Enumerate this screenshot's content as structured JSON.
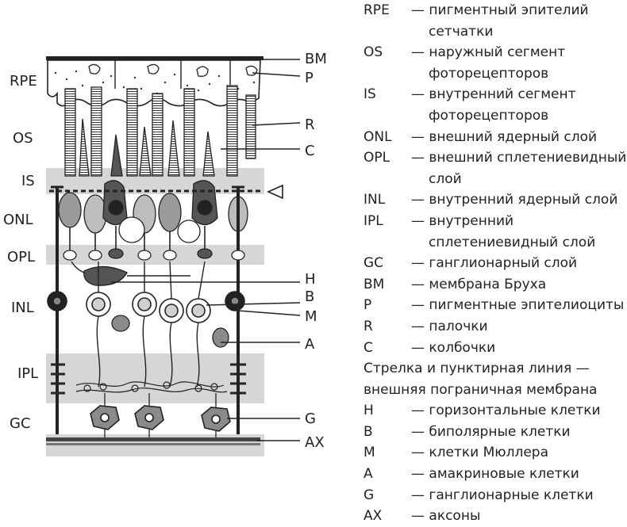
{
  "layers_left": [
    {
      "key": "rpe",
      "label": "RPE"
    },
    {
      "key": "os",
      "label": "OS"
    },
    {
      "key": "is",
      "label": "IS"
    },
    {
      "key": "onl",
      "label": "ONL"
    },
    {
      "key": "opl",
      "label": "OPL"
    },
    {
      "key": "inl",
      "label": "INL"
    },
    {
      "key": "ipl",
      "label": "IPL"
    },
    {
      "key": "gc",
      "label": "GC"
    }
  ],
  "markers_right": [
    {
      "key": "bm",
      "label": "BM"
    },
    {
      "key": "p",
      "label": "P"
    },
    {
      "key": "r",
      "label": "R"
    },
    {
      "key": "c",
      "label": "C"
    },
    {
      "key": "h",
      "label": "H"
    },
    {
      "key": "b",
      "label": "B"
    },
    {
      "key": "m",
      "label": "M"
    },
    {
      "key": "a",
      "label": "A"
    },
    {
      "key": "g",
      "label": "G"
    },
    {
      "key": "ax",
      "label": "AX"
    }
  ],
  "legend": {
    "rows": [
      {
        "abbr": "RPE",
        "desc": "— пигментный эпителий",
        "cont": "сетчатки"
      },
      {
        "abbr": "OS",
        "desc": "— наружный сегмент",
        "cont": "фоторецепторов"
      },
      {
        "abbr": "IS",
        "desc": "— внутренний сегмент",
        "cont": "фоторецепторов"
      },
      {
        "abbr": "ONL",
        "desc": "— внешний ядерный слой",
        "cont": ""
      },
      {
        "abbr": "OPL",
        "desc": "— внешний сплетениевидный",
        "cont": "слой"
      },
      {
        "abbr": "INL",
        "desc": "— внутренний ядерный слой",
        "cont": ""
      },
      {
        "abbr": "IPL",
        "desc": "— внутренний",
        "cont": "сплетениевидный слой"
      },
      {
        "abbr": "GC",
        "desc": "— ганглионарный слой",
        "cont": ""
      },
      {
        "abbr": "BM",
        "desc": "— мембрана Бруха",
        "cont": ""
      },
      {
        "abbr": "P",
        "desc": "— пигментные эпителиоциты",
        "cont": ""
      },
      {
        "abbr": "R",
        "desc": "— палочки",
        "cont": ""
      },
      {
        "abbr": "C",
        "desc": "— колбочки",
        "cont": ""
      }
    ],
    "note_line1": "Стрелка и пунктирная линия —",
    "note_line2": "внешняя пограничная мембрана",
    "rows2": [
      {
        "abbr": "H",
        "desc": "— горизонтальные клетки"
      },
      {
        "abbr": "B",
        "desc": "— биполярные клетки"
      },
      {
        "abbr": "M",
        "desc": "— клетки Мюллера"
      },
      {
        "abbr": "A",
        "desc": "— амакриновые клетки"
      },
      {
        "abbr": "G",
        "desc": "— ганглионарные клетки"
      },
      {
        "abbr": "AX",
        "desc": "— аксоны"
      }
    ]
  }
}
